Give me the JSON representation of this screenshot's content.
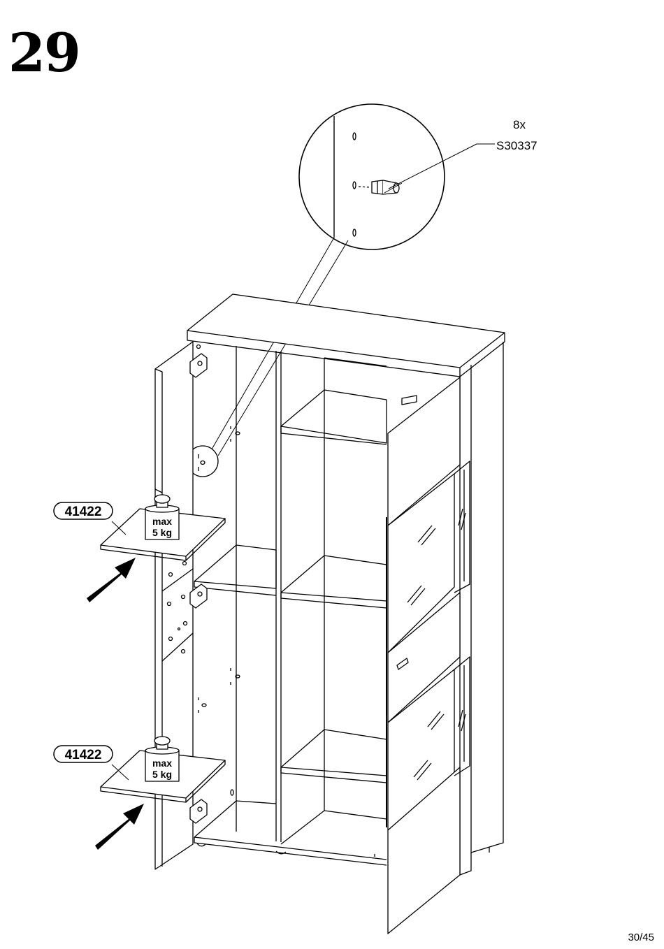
{
  "step": {
    "number": "29"
  },
  "detail": {
    "quantity": "8x",
    "part_code": "S30337"
  },
  "shelves": [
    {
      "part_number": "41422",
      "weight_line1": "max",
      "weight_line2": "5 kg"
    },
    {
      "part_number": "41422",
      "weight_line1": "max",
      "weight_line2": "5 kg"
    }
  ],
  "page": {
    "number": "30/45"
  }
}
